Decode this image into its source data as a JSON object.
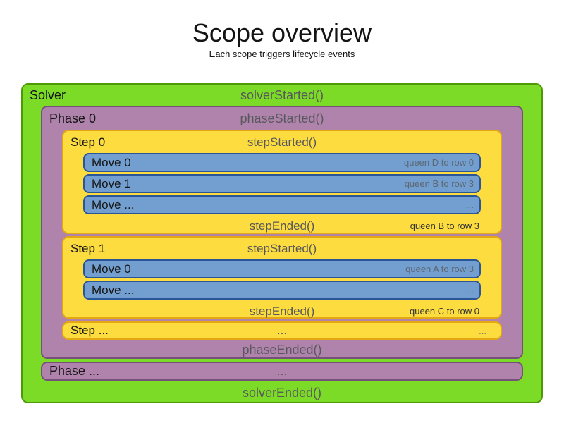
{
  "title": "Scope overview",
  "subtitle": "Each scope triggers lifecycle events",
  "colors": {
    "green": "#7cdb27",
    "green-border": "#4e9a06",
    "purple": "#b083ad",
    "purple-border": "#75507b",
    "yellow": "#fcdc3f",
    "yellow-border": "#e2a713",
    "blue": "#729fcf",
    "blue-border": "#2a5699"
  },
  "solver": {
    "label": "Solver",
    "started": "solverStarted()",
    "ended": "solverEnded()",
    "phases": [
      {
        "label": "Phase 0",
        "started": "phaseStarted()",
        "ended": "phaseEnded()",
        "steps": [
          {
            "label": "Step 0",
            "started": "stepStarted()",
            "ended": "stepEnded()",
            "ended_note": "queen B to row 3",
            "moves": [
              {
                "label": "Move 0",
                "note": "queen D to row 0"
              },
              {
                "label": "Move 1",
                "note": "queen B to row 3"
              },
              {
                "label": "Move ...",
                "note": "..."
              }
            ]
          },
          {
            "label": "Step 1",
            "started": "stepStarted()",
            "ended": "stepEnded()",
            "ended_note": "queen C to row 0",
            "moves": [
              {
                "label": "Move 0",
                "note": "queen A to row 3"
              },
              {
                "label": "Move ...",
                "note": "..."
              }
            ]
          }
        ],
        "more_steps": {
          "label": "Step ...",
          "center": "...",
          "right": "..."
        }
      }
    ],
    "more_phases": {
      "label": "Phase ...",
      "center": "..."
    }
  }
}
